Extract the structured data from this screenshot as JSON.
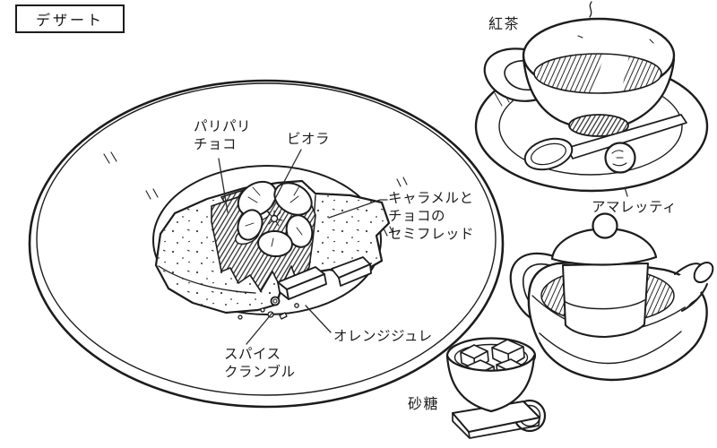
{
  "title_box": {
    "label": "デザート"
  },
  "colors": {
    "ink": "#1c1c1c",
    "paper": "#ffffff"
  },
  "dessert_plate": {
    "labels": {
      "crispy_choco": "パリパリ\nチョコ",
      "viola": "ビオラ",
      "semifreddo": "キャラメルと\nチョコの\nセミフレッド",
      "orange_jelly": "オレンジジュレ",
      "spice_crumble": "スパイス\nクランブル"
    }
  },
  "tea_set": {
    "labels": {
      "tea": "紅茶",
      "amaretti": "アマレッティ",
      "sugar": "砂糖"
    }
  }
}
